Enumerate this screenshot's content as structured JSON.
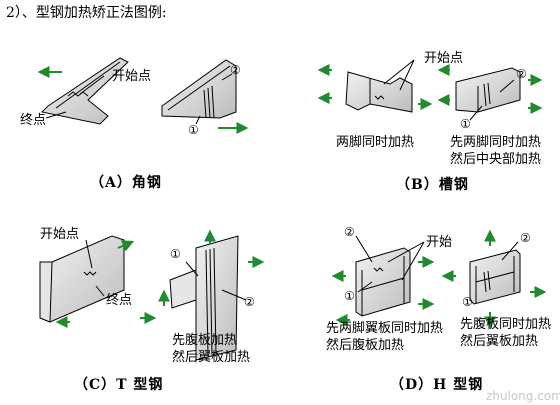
{
  "title": "2）、型钢加热矫正法图例:",
  "panels": {
    "a": {
      "caption": "（A）角钢",
      "start_label": "开始点",
      "end_label": "终点",
      "mark_1": "①",
      "mark_2": "②"
    },
    "b": {
      "caption": "（B）槽钢",
      "start_label": "开始点",
      "mark_2": "②",
      "mark_1": "①",
      "note_left": "两脚同时加热",
      "note_right_line1": "先两脚同时加热",
      "note_right_line2": "然后中央部加热"
    },
    "c": {
      "caption": "（C）T 型钢",
      "start_label": "开始点",
      "end_label": "终点",
      "mark_1": "①",
      "mark_2": "②",
      "note_line1": "先腹板加热",
      "note_line2": "然后翼板加热"
    },
    "d": {
      "caption": "（D）H 型钢",
      "start_label": "开始",
      "mark_2_left": "②",
      "mark_1_left": "①",
      "mark_2_right": "②",
      "mark_1_right": "①",
      "note_left_line1": "先两脚翼板同时加热",
      "note_left_line2": "然后腹板加热",
      "note_right_line1": "先腹板同时加热",
      "note_right_line2": "然后翼板加热"
    }
  },
  "watermark": "zhulong.com",
  "colors": {
    "arrow_green": "#1f8a2e",
    "line": "#000000",
    "shade": "#c8c8c8"
  }
}
